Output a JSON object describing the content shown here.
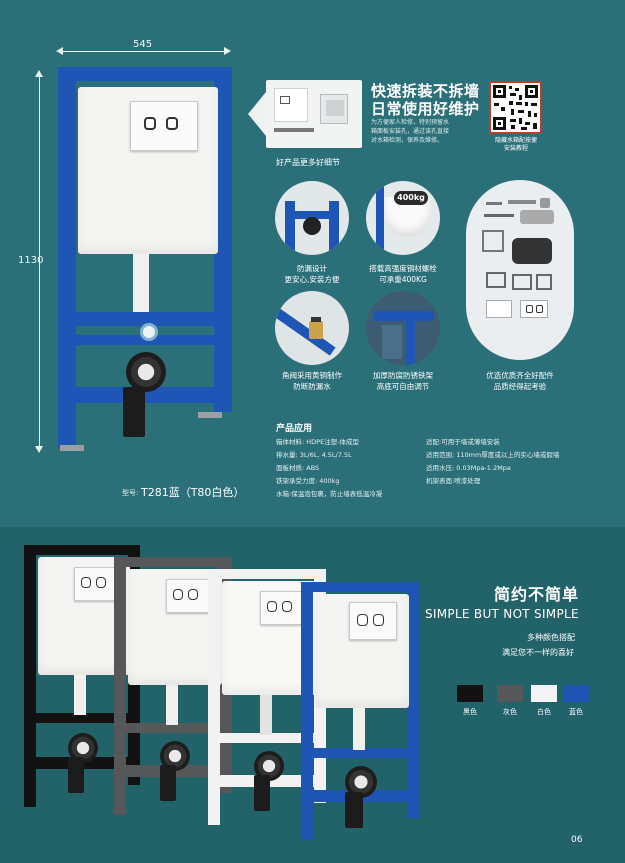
{
  "dimensions": {
    "width": "545",
    "height": "1130"
  },
  "model_label": "型号:",
  "model": "T281蓝（T80白色）",
  "quick_feature": {
    "title_line1": "快速拆装不拆墙",
    "title_line2": "日常使用好维护",
    "desc": [
      "为方便家人检修，特别预留水",
      "箱面板安装孔，通过该孔直接",
      "对水箱检测，保养及维修。"
    ]
  },
  "qr": {
    "caption_line1": "隐藏水箱配按便",
    "caption_line2": "安装教程"
  },
  "details_heading": "好产品更多好细节",
  "details": [
    {
      "line1": "防漏设计",
      "line2": "更安心,安装方便"
    },
    {
      "line1": "搭载高强度钢材螺栓",
      "line2": "可承重400KG",
      "badge": "400kg"
    },
    {
      "line1": "角阀采用黄铜制作",
      "line2": "防断防漏水"
    },
    {
      "line1": "加厚防腐防锈铁架",
      "line2": "高底可自由调节"
    }
  ],
  "accessories": {
    "line1": "优选优质齐全好配件",
    "line2": "品质经得起考验"
  },
  "product_application": {
    "heading": "产品应用",
    "left": [
      "箱体材料: HDPE注塑-体成型",
      "排水量: 3L/6L, 4.5L/7.5L",
      "面板材质: ABS",
      "铁架承受力度: 400kg",
      "水箱:保温泡包裹，防止墙表低温冷凝"
    ],
    "right": [
      "适配:可用于墙或薄墙安装",
      "适用范围: 110mm厚度或以上的实心墙或假墙",
      "适用水压: 0.03Mpa-1.2Mpa",
      "机架表面:喷漆处理"
    ]
  },
  "slogan": {
    "cn": "简约不简单",
    "en": "SIMPLE BUT NOT SIMPLE",
    "line1": "多种颜色搭配",
    "line2": "满足您不一样的喜好"
  },
  "colors": [
    {
      "name": "黑色",
      "hex": "#121212"
    },
    {
      "name": "灰色",
      "hex": "#555759"
    },
    {
      "name": "白色",
      "hex": "#f4f4f4"
    },
    {
      "name": "蓝色",
      "hex": "#1f55b5"
    }
  ],
  "page_number": "06",
  "brand_colors": {
    "frame_blue": "#1f55b5",
    "background_teal": "#2b7079"
  }
}
